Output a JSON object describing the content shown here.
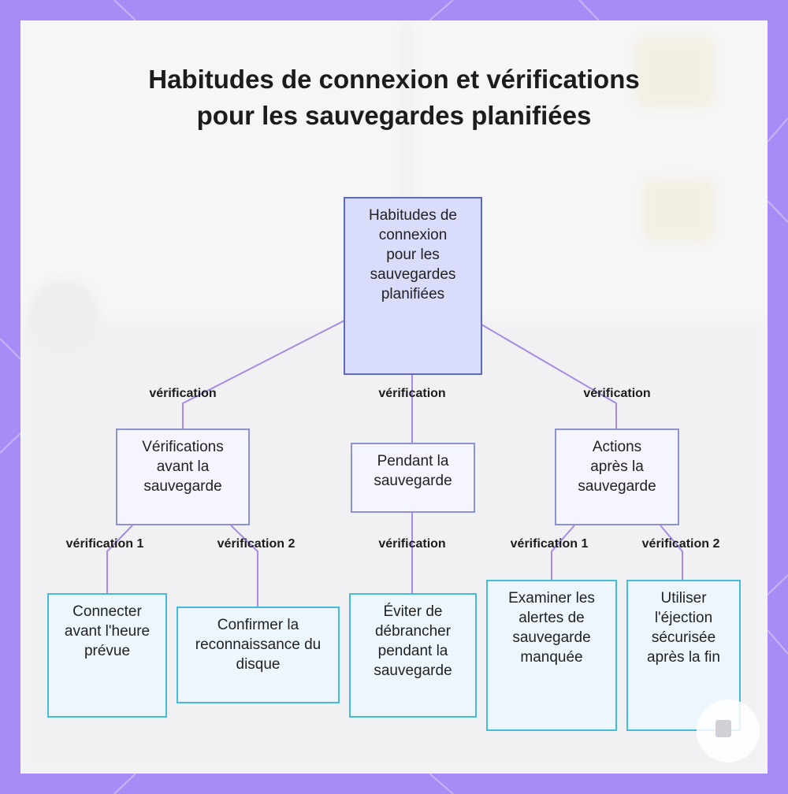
{
  "title": "Habitudes de connexion et vérifications pour les sauvegardes planifiées",
  "colors": {
    "frame": "#a68cf4",
    "canvas": "#f6f6f7",
    "root_fill": "#d9dcfb",
    "root_border": "#5e6bb8",
    "mid_fill": "#f4f5ff",
    "mid_border": "#8c92d4",
    "leaf_fill": "#edf6fd",
    "leaf_border": "#44bbd8",
    "edge": "#a78ae6"
  },
  "nodes": {
    "root": "Habitudes de connexion pour les sauvegardes planifiées",
    "before": "Vérifications avant la sauvegarde",
    "during": "Pendant la sauvegarde",
    "after": "Actions après la sauvegarde",
    "connect": "Connecter avant l'heure prévue",
    "confirm": "Confirmer la reconnaissance du disque",
    "avoid": "Éviter de débrancher pendant la sauvegarde",
    "alerts": "Examiner les alertes de sauvegarde manquée",
    "eject": "Utiliser l'éjection sécurisée après la fin"
  },
  "edge_labels": {
    "root_before": "vérification",
    "root_during": "vérification",
    "root_after": "vérification",
    "before_connect": "vérification 1",
    "before_confirm": "vérification 2",
    "during_avoid": "vérification",
    "after_alerts": "vérification 1",
    "after_eject": "vérification 2"
  }
}
